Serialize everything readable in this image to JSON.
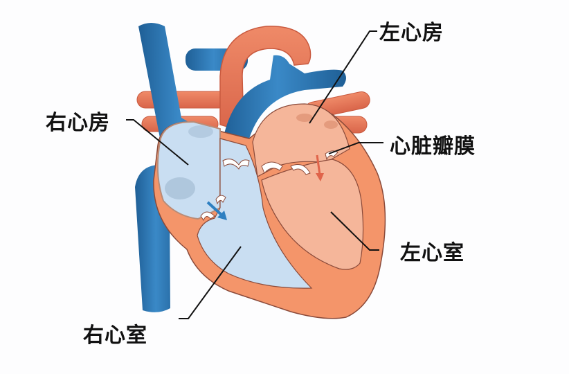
{
  "diagram": {
    "subject": "heart-anatomy",
    "colors": {
      "vein_blue": "#2f7ab8",
      "vein_blue_dark": "#1f5f96",
      "artery_orange": "#e8795a",
      "artery_orange_dark": "#c95a3f",
      "right_chamber_fill": "#c9def2",
      "left_chamber_fill": "#f5b69a",
      "myocardium_fill": "#f4956a",
      "outline": "#8a4a3a",
      "leader_line": "#111111",
      "arrow_blue": "#2d7fc1",
      "arrow_red": "#e0644a"
    },
    "labels": {
      "left_atrium": "左心房",
      "right_atrium": "右心房",
      "heart_valve": "心脏瓣膜",
      "left_ventricle": "左心室",
      "right_ventricle": "右心室"
    }
  }
}
